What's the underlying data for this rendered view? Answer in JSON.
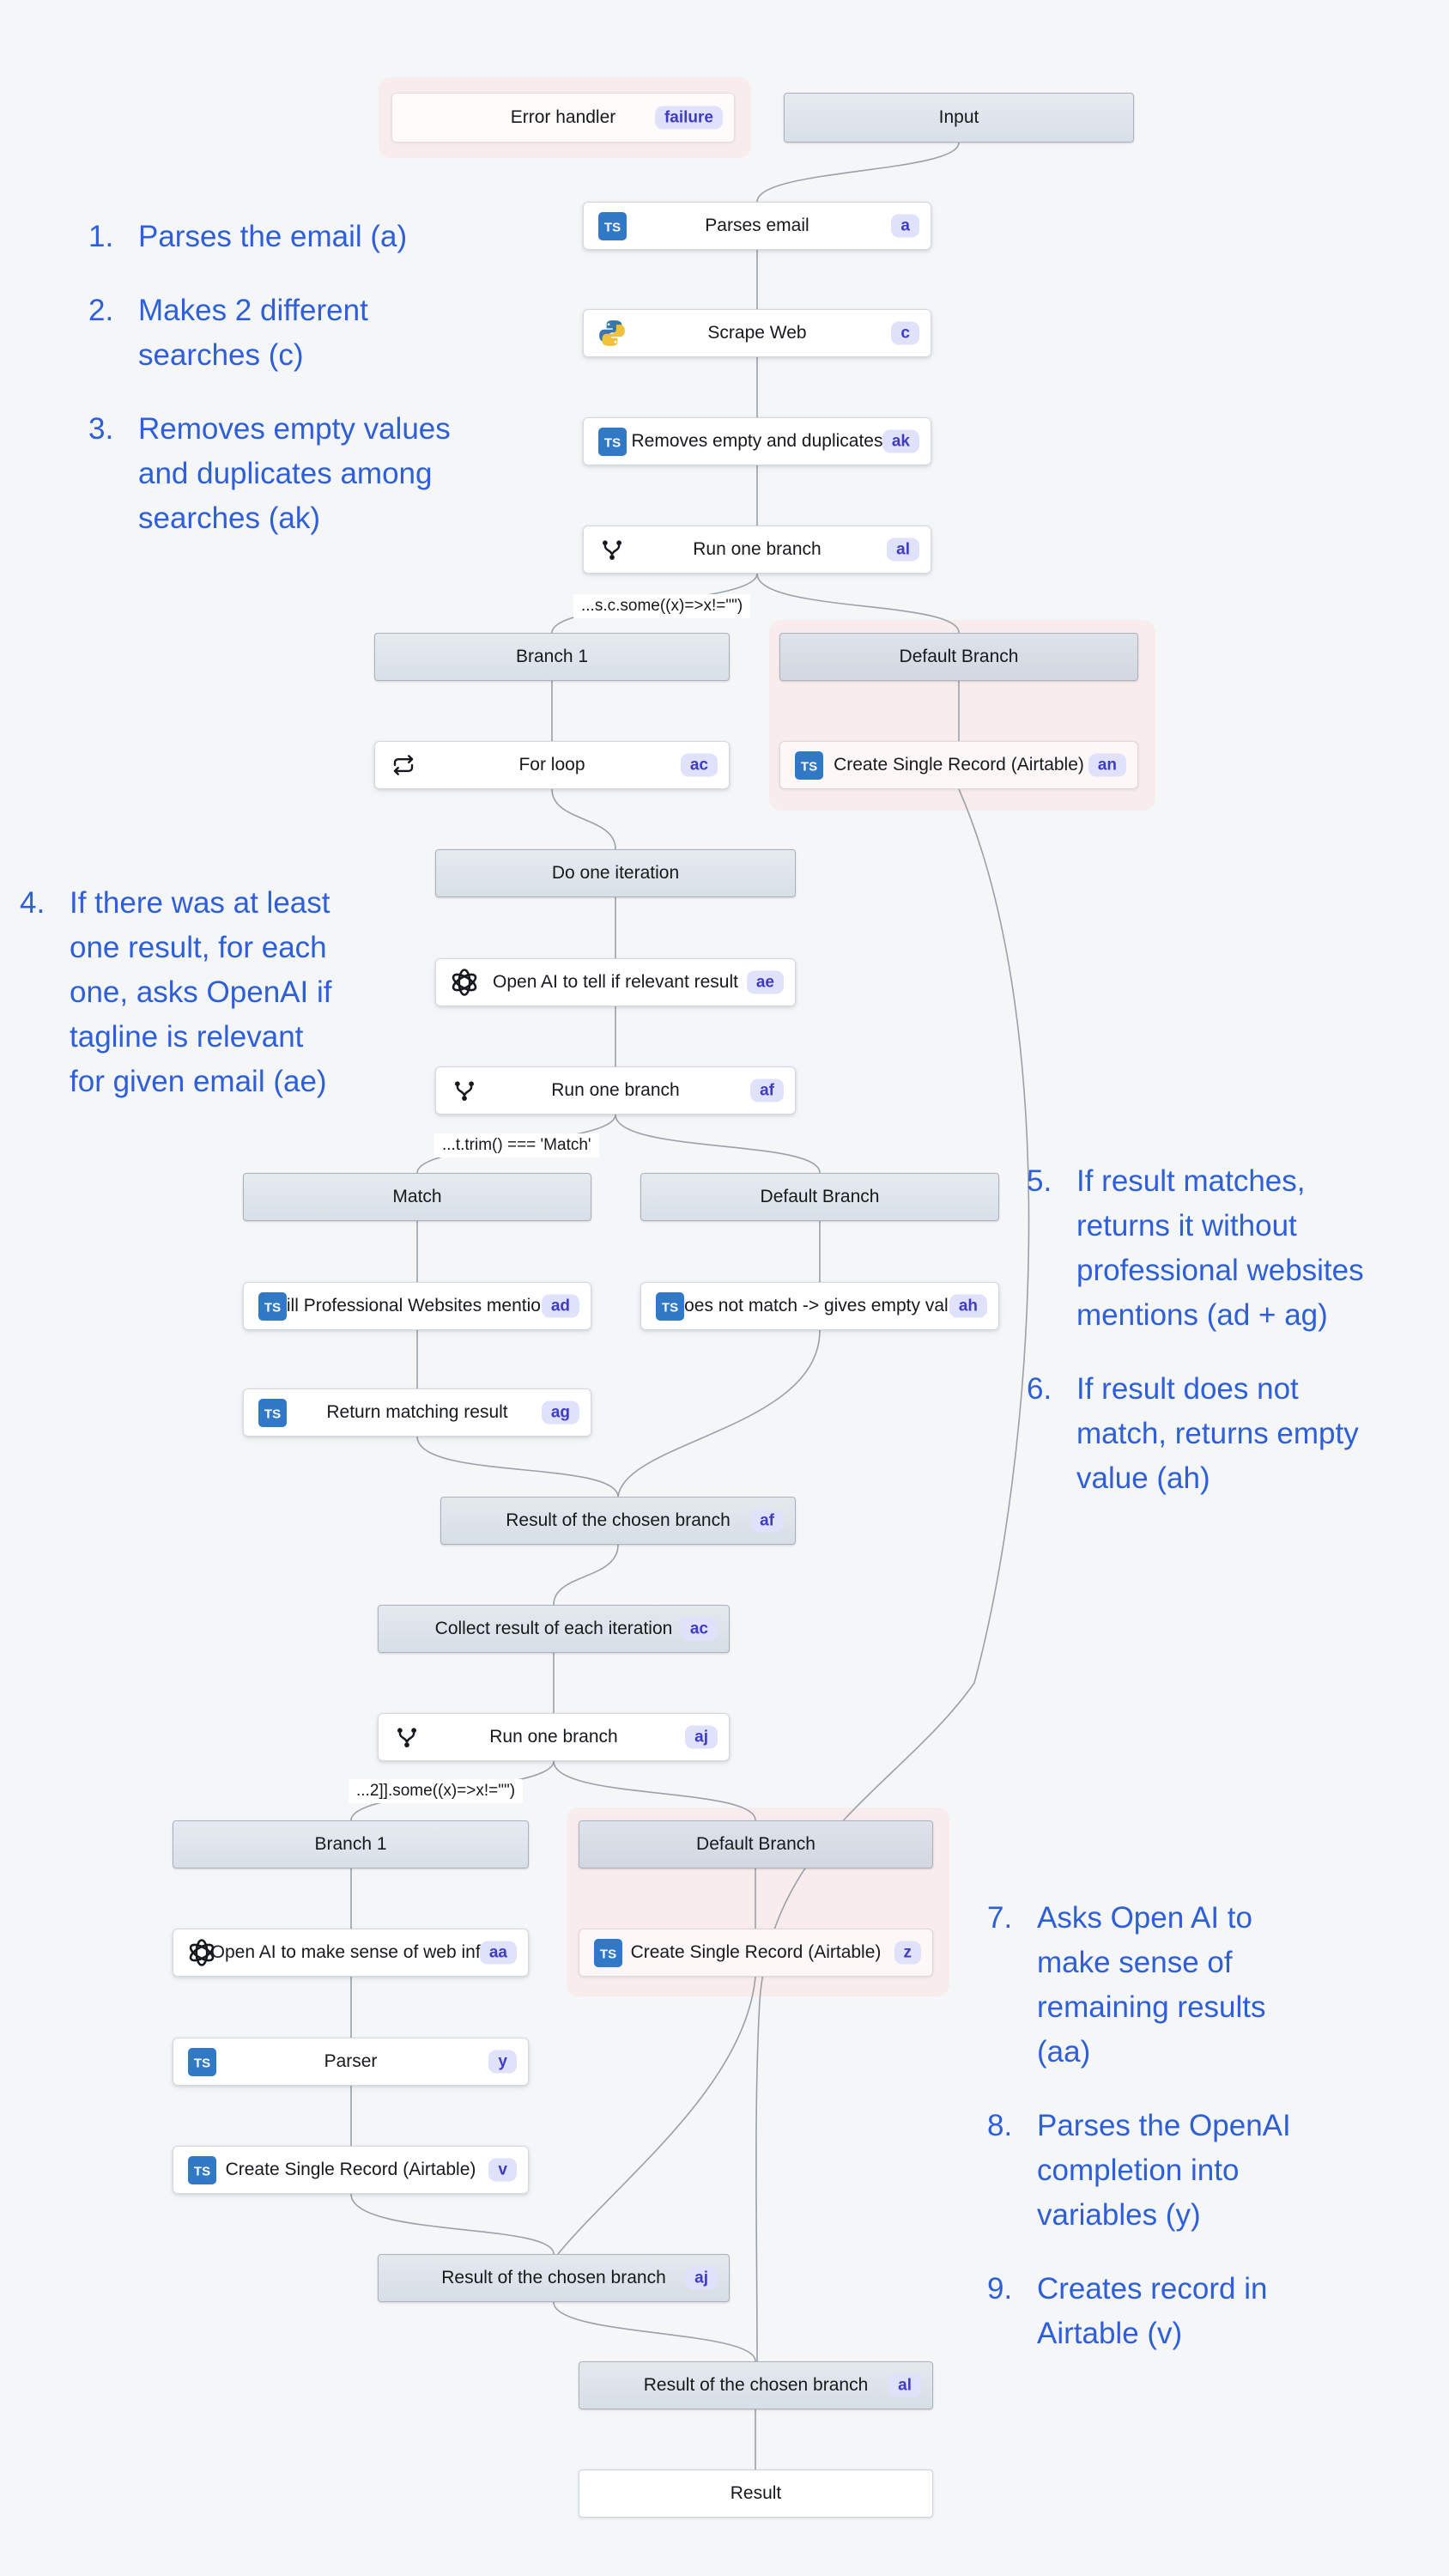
{
  "canvas": {
    "background": "#f4f6f8",
    "annotation_color": "#2e5ed8",
    "badge_bg": "#e0e1fb",
    "badge_text_color": "#3f3cc4",
    "error_zone_color": "#f8ecec",
    "wire_color": "#9aa1a9"
  },
  "flow": {
    "nodes": [
      {
        "id": "error-handler",
        "label": "Error handler",
        "badge": "failure",
        "icon": null,
        "style": "error"
      },
      {
        "id": "input",
        "label": "Input",
        "badge": null,
        "icon": null,
        "style": "header"
      },
      {
        "id": "parses-email",
        "label": "Parses email",
        "badge": "a",
        "icon": "typescript-icon",
        "style": "task"
      },
      {
        "id": "scrape-web",
        "label": "Scrape Web",
        "badge": "c",
        "icon": "python-icon",
        "style": "task"
      },
      {
        "id": "removes-empty",
        "label": "Removes empty and duplicates",
        "badge": "ak",
        "icon": "typescript-icon",
        "style": "task"
      },
      {
        "id": "run-one-branch-al",
        "label": "Run one branch",
        "badge": "al",
        "icon": "branch-icon",
        "style": "task"
      },
      {
        "id": "branch-1",
        "label": "Branch 1",
        "badge": null,
        "icon": null,
        "style": "header"
      },
      {
        "id": "default-branch-1",
        "label": "Default Branch",
        "badge": null,
        "icon": null,
        "style": "header-pink"
      },
      {
        "id": "for-loop",
        "label": "For loop",
        "badge": "ac",
        "icon": "loop-icon",
        "style": "task"
      },
      {
        "id": "create-record-an",
        "label": "Create Single Record (Airtable)",
        "badge": "an",
        "icon": "typescript-icon",
        "style": "task-pink"
      },
      {
        "id": "do-one-iteration",
        "label": "Do one iteration",
        "badge": null,
        "icon": null,
        "style": "header"
      },
      {
        "id": "openai-ae",
        "label": "Open AI to tell if relevant result",
        "badge": "ae",
        "icon": "openai-icon",
        "style": "task"
      },
      {
        "id": "run-one-branch-af",
        "label": "Run one branch",
        "badge": "af",
        "icon": "branch-icon",
        "style": "task"
      },
      {
        "id": "match",
        "label": "Match",
        "badge": null,
        "icon": null,
        "style": "header"
      },
      {
        "id": "default-branch-2",
        "label": "Default Branch",
        "badge": null,
        "icon": null,
        "style": "header"
      },
      {
        "id": "kill-ad",
        "label": "Kill Professional Websites mentions",
        "badge": "ad",
        "icon": "typescript-icon",
        "style": "task"
      },
      {
        "id": "no-match-ah",
        "label": "Does not match -> gives empty value",
        "badge": "ah",
        "icon": "typescript-icon",
        "style": "task"
      },
      {
        "id": "return-ag",
        "label": "Return matching result",
        "badge": "ag",
        "icon": "typescript-icon",
        "style": "task"
      },
      {
        "id": "result-chosen-af",
        "label": "Result of the chosen branch",
        "badge": "af",
        "icon": null,
        "style": "collector"
      },
      {
        "id": "collect-ac",
        "label": "Collect result of each iteration",
        "badge": "ac",
        "icon": null,
        "style": "collector"
      },
      {
        "id": "run-one-branch-aj",
        "label": "Run one branch",
        "badge": "aj",
        "icon": "branch-icon",
        "style": "task"
      },
      {
        "id": "branch-1b",
        "label": "Branch 1",
        "badge": null,
        "icon": null,
        "style": "header"
      },
      {
        "id": "default-branch-3",
        "label": "Default Branch",
        "badge": null,
        "icon": null,
        "style": "header-pink"
      },
      {
        "id": "openai-aa",
        "label": "Open AI to make sense of web info",
        "badge": "aa",
        "icon": "openai-icon",
        "style": "task"
      },
      {
        "id": "create-record-z",
        "label": "Create Single Record (Airtable)",
        "badge": "z",
        "icon": "typescript-icon",
        "style": "task-pink"
      },
      {
        "id": "parser-y",
        "label": "Parser",
        "badge": "y",
        "icon": "typescript-icon",
        "style": "task"
      },
      {
        "id": "create-record-v",
        "label": "Create Single Record (Airtable)",
        "badge": "v",
        "icon": "typescript-icon",
        "style": "task"
      },
      {
        "id": "result-chosen-aj",
        "label": "Result of the chosen branch",
        "badge": "aj",
        "icon": null,
        "style": "collector"
      },
      {
        "id": "result-chosen-al",
        "label": "Result of the chosen branch",
        "badge": "al",
        "icon": null,
        "style": "collector"
      },
      {
        "id": "result",
        "label": "Result",
        "badge": null,
        "icon": null,
        "style": "plain"
      }
    ],
    "conditions": [
      {
        "id": "cond-al",
        "text": "...s.c.some((x)=>x!=\"\")"
      },
      {
        "id": "cond-af",
        "text": "...t.trim() === 'Match'"
      },
      {
        "id": "cond-aj",
        "text": "...2]].some((x)=>x!=\"\")"
      }
    ]
  },
  "annotations": {
    "groups": [
      {
        "id": "g1",
        "items": [
          {
            "num": "1.",
            "text": "Parses the email (a)"
          },
          {
            "num": "2.",
            "text": "Makes 2 different\nsearches (c)"
          },
          {
            "num": "3.",
            "text": "Removes empty values\nand duplicates among\nsearches (ak)"
          }
        ]
      },
      {
        "id": "g2",
        "items": [
          {
            "num": "4.",
            "text": "If there was at least\none result, for each\none, asks OpenAI if\ntagline is relevant\nfor given email (ae)"
          }
        ]
      },
      {
        "id": "g3",
        "items": [
          {
            "num": "5.",
            "text": "If result matches,\nreturns it without\nprofessional websites\nmentions (ad + ag)"
          },
          {
            "num": "6.",
            "text": "If result does not\nmatch, returns empty\nvalue (ah)"
          }
        ]
      },
      {
        "id": "g4",
        "items": [
          {
            "num": "7.",
            "text": "Asks Open AI to\nmake sense of\nremaining results\n(aa)"
          },
          {
            "num": "8.",
            "text": "Parses the OpenAI\ncompletion into\nvariables (y)"
          },
          {
            "num": "9.",
            "text": "Creates record in\nAirtable (v)"
          }
        ]
      }
    ]
  }
}
